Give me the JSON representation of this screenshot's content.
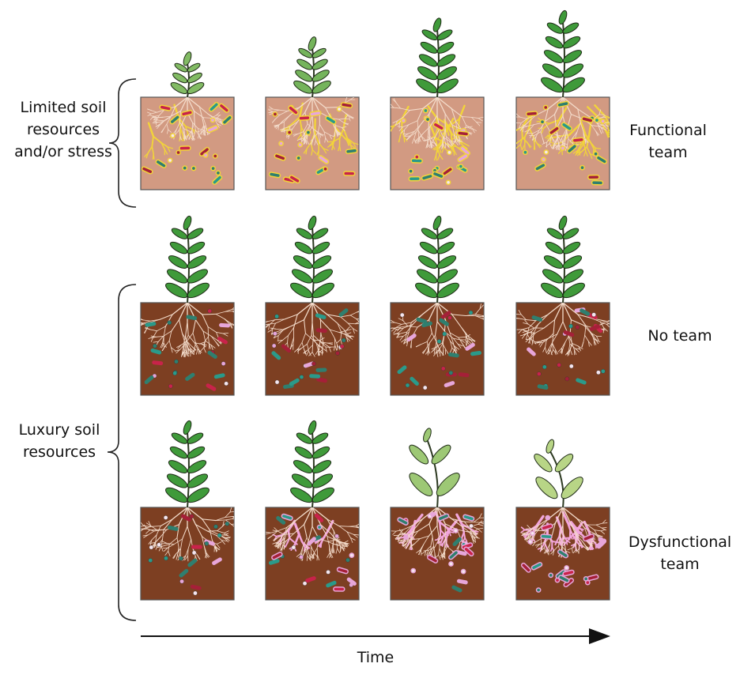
{
  "groups": {
    "limited": "Limited soil resources and/or stress",
    "luxury": "Luxury soil resources"
  },
  "rows": [
    {
      "team_label": "Functional team",
      "soil_color": "#d29a82",
      "panels": [
        {
          "plant": 0.45,
          "healthy": 0.5,
          "yellow_fungi": 0.2,
          "pink_fungi": 0
        },
        {
          "plant": 0.65,
          "healthy": 0.6,
          "yellow_fungi": 0.5,
          "pink_fungi": 0
        },
        {
          "plant": 0.9,
          "healthy": 1,
          "yellow_fungi": 0.8,
          "pink_fungi": 0
        },
        {
          "plant": 1,
          "healthy": 1,
          "yellow_fungi": 1,
          "pink_fungi": 0
        }
      ]
    },
    {
      "team_label": "No team",
      "soil_color": "#7d3f22",
      "panels": [
        {
          "plant": 1,
          "healthy": 1,
          "yellow_fungi": 0,
          "pink_fungi": 0
        },
        {
          "plant": 1,
          "healthy": 1,
          "yellow_fungi": 0,
          "pink_fungi": 0
        },
        {
          "plant": 1,
          "healthy": 1,
          "yellow_fungi": 0,
          "pink_fungi": 0
        },
        {
          "plant": 1,
          "healthy": 1,
          "yellow_fungi": 0,
          "pink_fungi": 0
        }
      ]
    },
    {
      "team_label": "Dysfunctional team",
      "soil_color": "#7d3f22",
      "panels": [
        {
          "plant": 1,
          "healthy": 1,
          "yellow_fungi": 0,
          "pink_fungi": 0
        },
        {
          "plant": 1,
          "healthy": 1,
          "yellow_fungi": 0,
          "pink_fungi": 0.4
        },
        {
          "plant": 0.9,
          "healthy": 0.3,
          "yellow_fungi": 0,
          "pink_fungi": 0.7
        },
        {
          "plant": 0.75,
          "healthy": 0.1,
          "yellow_fungi": 0,
          "pink_fungi": 1
        }
      ]
    }
  ],
  "axis": {
    "label": "Time"
  },
  "colors": {
    "leaf_green": "#3f9a3a",
    "leaf_pale": "#c5dc8e",
    "yellow_fungi": "#f2d43a",
    "pink_fungi": "#f2a6dc",
    "root": "#f4dccb"
  }
}
